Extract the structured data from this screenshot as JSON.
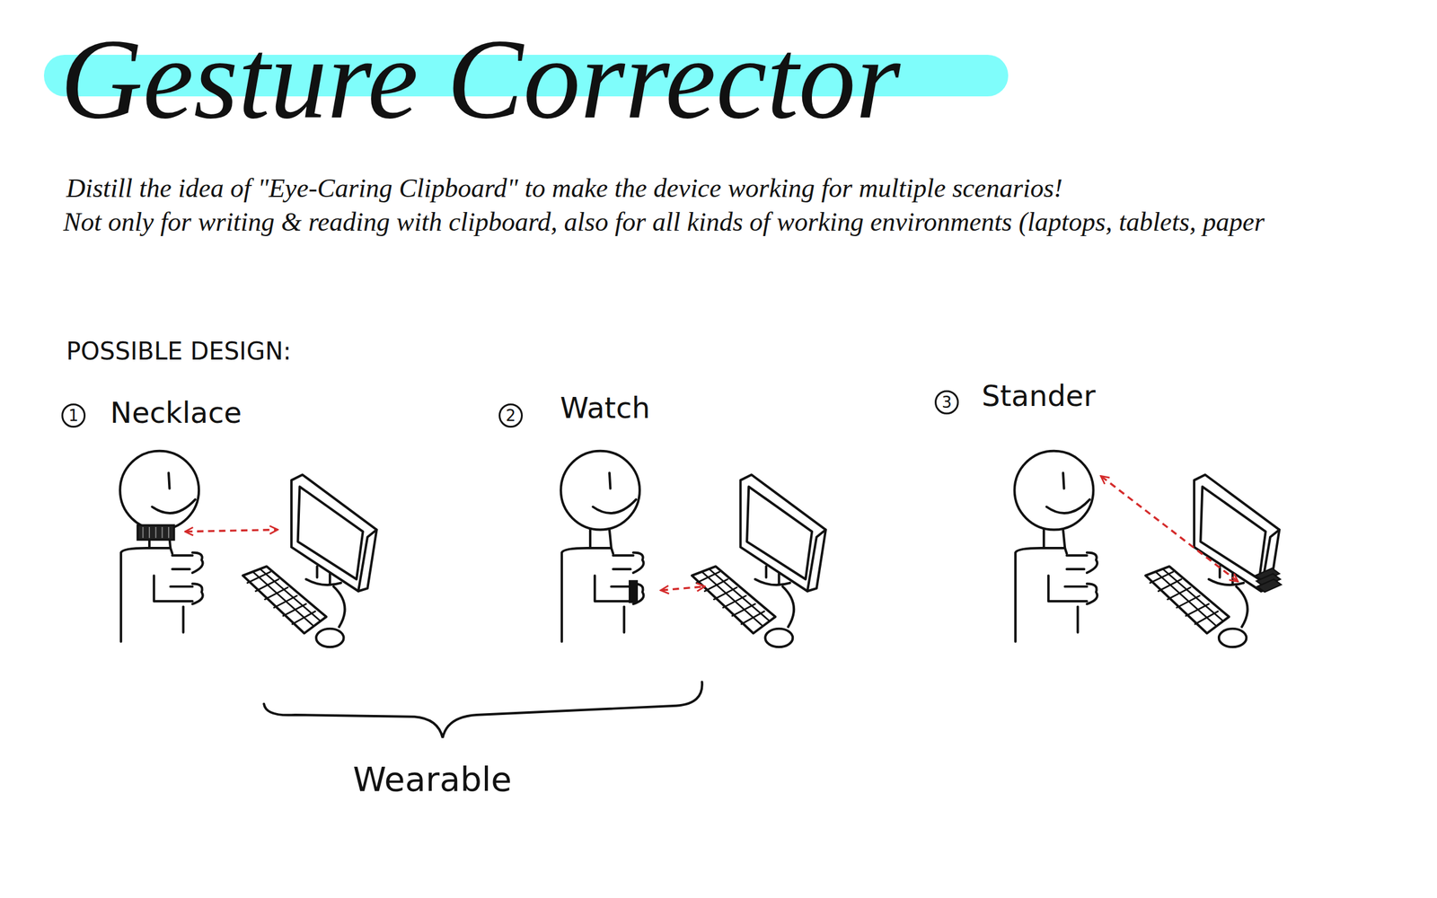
{
  "diagram": {
    "title": "Gesture Corrector",
    "labels": [
      "Distill the idea of \"Eye-Caring Clipboard\" to make the device working for multiple scenarios!",
      "Not only for writing & reading with clipboard, also for all kinds of working environments (laptops, tablets, paper",
      "POSSIBLE DESIGN:",
      "1",
      "Necklace",
      "2",
      "Watch",
      "3",
      "Stander",
      "Wearable"
    ]
  }
}
